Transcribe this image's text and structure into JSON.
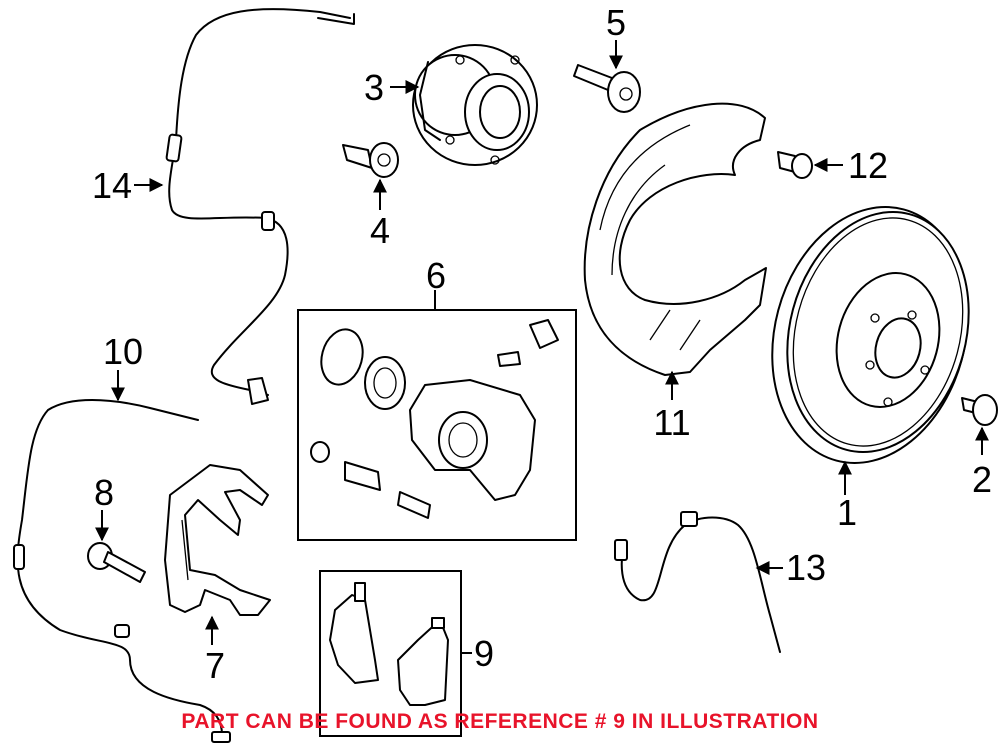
{
  "callouts": {
    "c1": "1",
    "c2": "2",
    "c3": "3",
    "c4": "4",
    "c5": "5",
    "c6": "6",
    "c7": "7",
    "c8": "8",
    "c9": "9",
    "c10": "10",
    "c11": "11",
    "c12": "12",
    "c13": "13",
    "c14": "14"
  },
  "note": {
    "text": "PART CAN BE FOUND AS REFERENCE # 9 IN ILLUSTRATION",
    "color": "#e8132a"
  }
}
